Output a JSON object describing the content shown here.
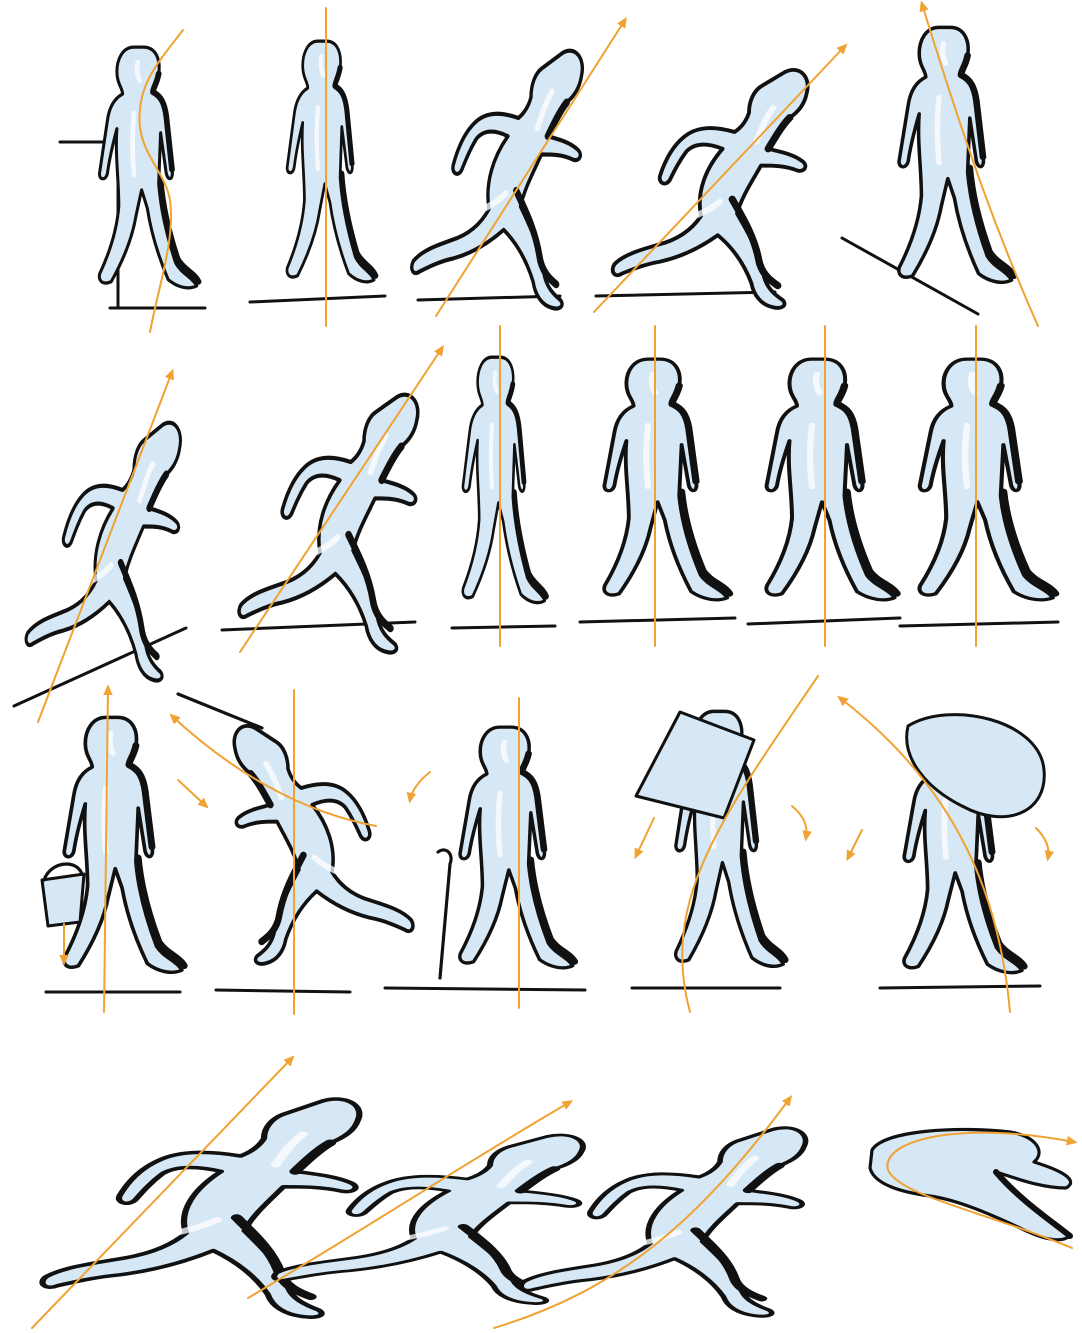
{
  "sheet": {
    "kind": "figure-motion-study",
    "rows": 4,
    "figures": 20,
    "labels": []
  },
  "colors": {
    "figure_fill": "#d6e8f5",
    "outline": "#111111",
    "guide_line": "#f0a232",
    "background": "#ffffff"
  },
  "rows": [
    {
      "row": 1,
      "figures": [
        "rising-from-support",
        "standing-run",
        "running-lean",
        "sprint-lean",
        "running-downhill"
      ]
    },
    {
      "row": 2,
      "figures": [
        "climbing-uphill",
        "pushing-off",
        "walk-pass",
        "walk-step",
        "walk-stride",
        "walk-stride-wide"
      ]
    },
    {
      "row": 3,
      "figures": [
        "carrying-bucket",
        "pulling-rope",
        "walking-with-cane",
        "carrying-box",
        "carrying-sack"
      ]
    },
    {
      "row": 4,
      "figures": [
        "sprint-start",
        "dive-run",
        "lunge-run",
        "falling-slide"
      ]
    }
  ]
}
